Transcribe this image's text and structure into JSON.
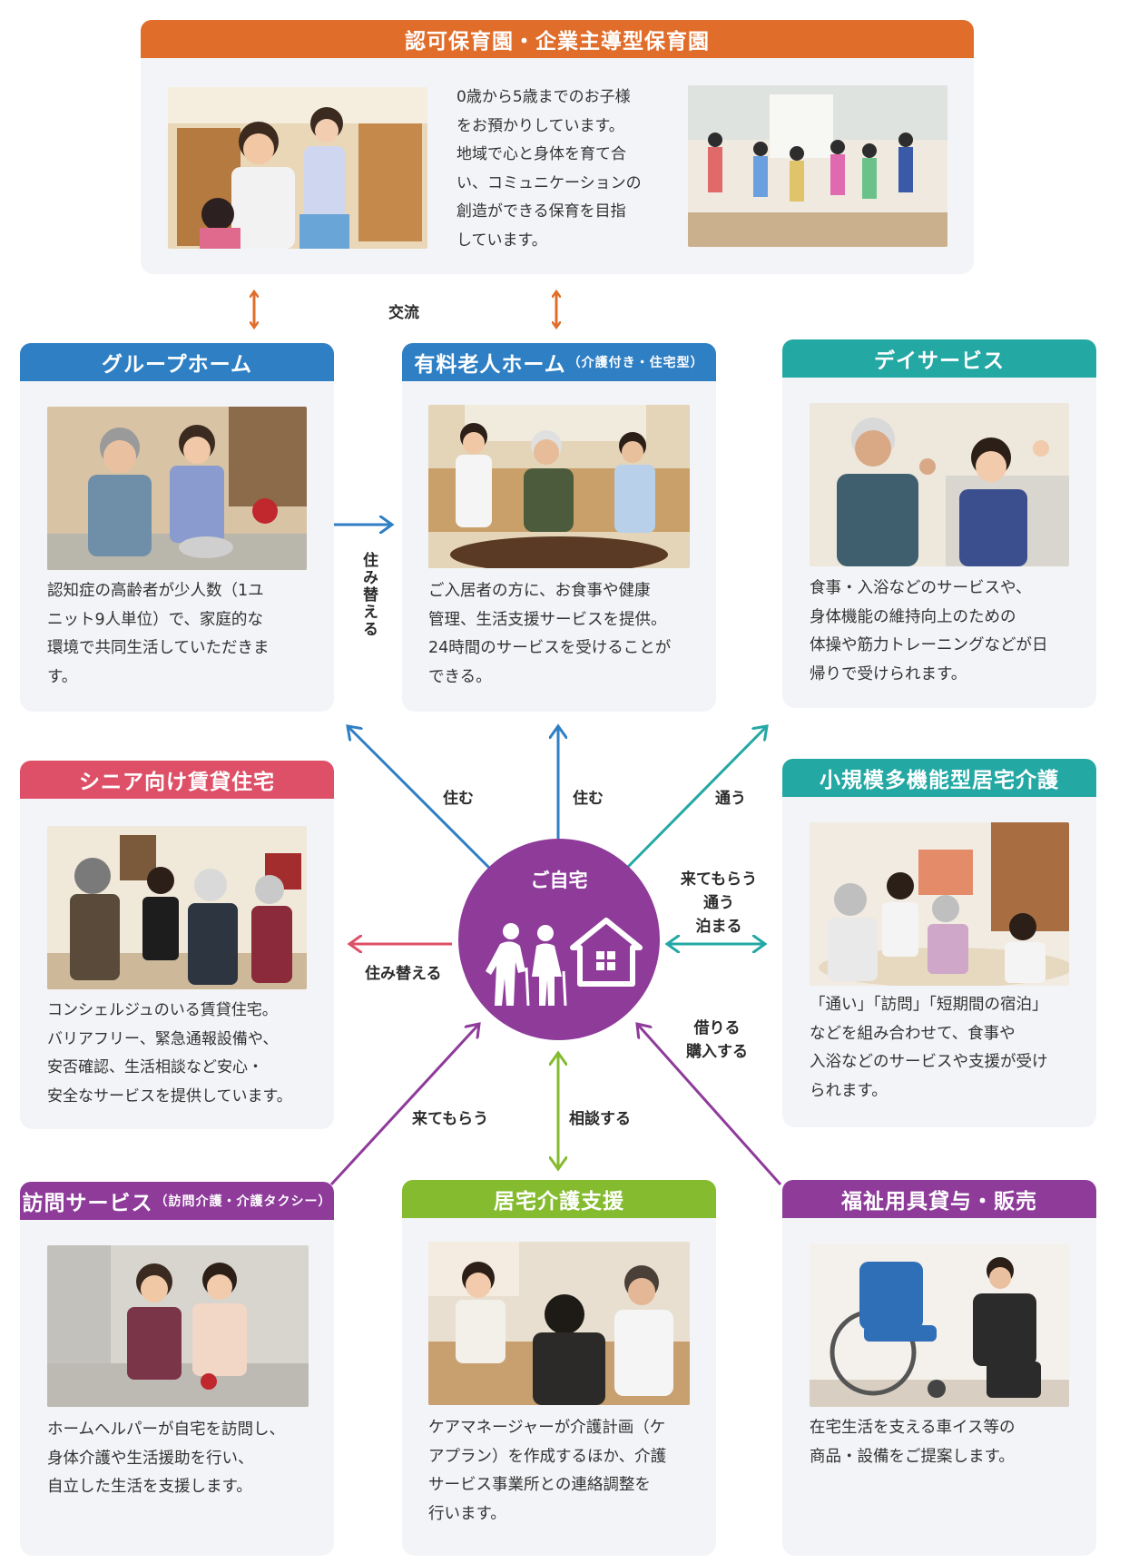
{
  "colors": {
    "orange": "#e16d2b",
    "blue": "#2f7fc4",
    "teal": "#24a8a4",
    "pink": "#de5067",
    "purple": "#8e3b9a",
    "green": "#84bb2f",
    "gray_card": "#f3f4f7"
  },
  "nursery": {
    "title": "認可保育園・企業主導型保育園",
    "text": "0歳から5歳までのお子様\nをお預かりしています。\n地域で心と身体を育て合\nい、コミュニケーションの\n創造ができる保育を目指\nしています。"
  },
  "exchange_label": "交流",
  "group_home": {
    "title": "グループホーム",
    "text": "認知症の高齢者が少人数（1ユ\nニット9人単位）で、家庭的な\n環境で共同生活していただきま\nす。"
  },
  "paid_home": {
    "title": "有料老人ホーム",
    "title_sub": "（介護付き・住宅型）",
    "text": "ご入居者の方に、お食事や健康\n管理、生活支援サービスを提供。\n24時間のサービスを受けることが\nできる。"
  },
  "day_service": {
    "title": "デイサービス",
    "text": "食事・入浴などのサービスや、\n身体機能の維持向上のための\n体操や筋力トレーニングなどが日\n帰りで受けられます。"
  },
  "senior_rental": {
    "title": "シニア向け賃貸住宅",
    "text": "コンシェルジュのいる賃貸住宅。\nバリアフリー、緊急通報設備や、\n安否確認、生活相談など安心・\n安全なサービスを提供しています。"
  },
  "small_multi": {
    "title": "小規模多機能型居宅介護",
    "text": "「通い」「訪問」「短期間の宿泊」\nなどを組み合わせて、食事や\n入浴などのサービスや支援が受け\nられます。"
  },
  "visit_service": {
    "title": "訪問サービス",
    "title_sub": "（訪問介護・介護タクシー）",
    "text": "ホームヘルパーが自宅を訪問し、\n身体介護や生活援助を行い、\n自立した生活を支援します。"
  },
  "care_support": {
    "title": "居宅介護支援",
    "text": "ケアマネージャーが介護計画（ケ\nアプラン）を作成するほか、介護\nサービス事業所との連絡調整を\n行います。"
  },
  "welfare_equipment": {
    "title": "福祉用具貸与・販売",
    "text": "在宅生活を支える車イス等の\n商品・設備をご提案します。"
  },
  "hub": {
    "title": "ご自宅"
  },
  "arrow_labels": {
    "move_in": "住み替える",
    "live_left": "住む",
    "live_center": "住む",
    "commute": "通う",
    "visit_commute_stay": "来てもらう\n通う\n泊まる",
    "move_to_rental": "住み替える",
    "rent_buy": "借りる\n購入する",
    "come_to_me": "来てもらう",
    "consult": "相談する"
  }
}
